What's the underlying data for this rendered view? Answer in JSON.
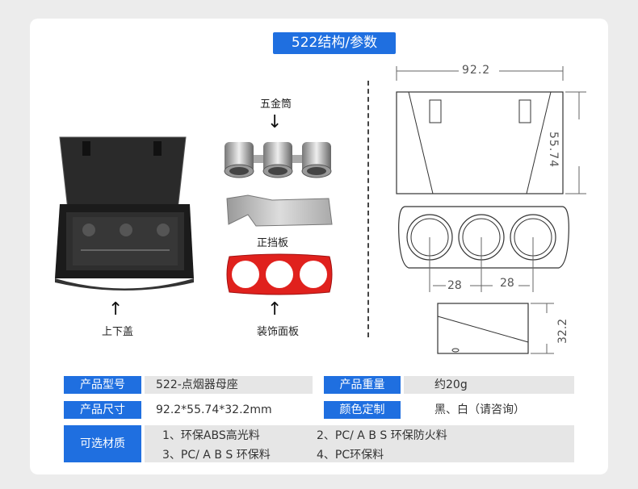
{
  "header": {
    "title": "522结构/参数"
  },
  "product_labels": {
    "metal_tubes": "五金筒",
    "baffle": "正挡板",
    "top_cover": "上下盖",
    "panel": "装饰面板"
  },
  "dimensions": {
    "width": "92.2",
    "height": "55.74",
    "depth": "32.2",
    "spacing_a": "28",
    "spacing_b": "28"
  },
  "colors": {
    "accent": "#1f6fe0",
    "panel_red": "#e0211d"
  },
  "specs": {
    "model_label": "产品型号",
    "model_value": "522-点烟器母座",
    "weight_label": "产品重量",
    "weight_value": "约20g",
    "size_label": "产品尺寸",
    "size_value": "92.2*55.74*32.2mm",
    "color_label": "颜色定制",
    "color_value": "黑、白（请咨询）",
    "material_label": "可选材质",
    "materials": [
      "1、环保ABS高光料",
      "2、PC/ A B S 环保防火料",
      "3、PC/ A B S 环保料",
      "4、PC环保料"
    ]
  }
}
